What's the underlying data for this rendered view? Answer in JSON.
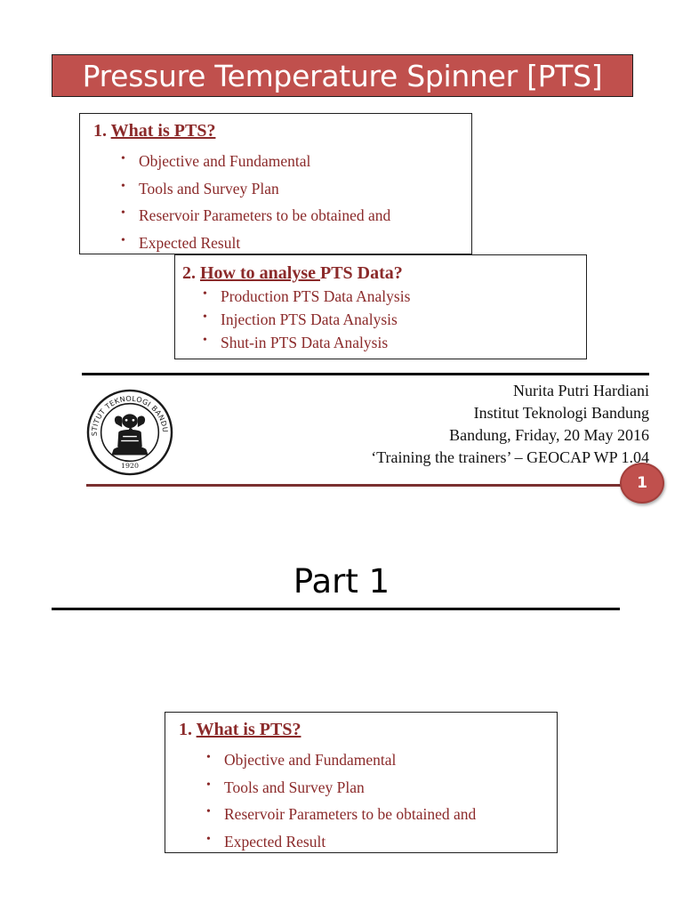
{
  "slide1": {
    "title": "Pressure Temperature Spinner [PTS]",
    "box1": {
      "number": "1.",
      "heading": "What is PTS?",
      "items": [
        "Objective and Fundamental",
        "Tools and Survey Plan",
        "Reservoir Parameters to be obtained and",
        "Expected Result"
      ]
    },
    "box2": {
      "number": "2.",
      "heading_underlined": "How to analyse ",
      "heading_rest": "PTS Data?",
      "items": [
        "Production PTS Data Analysis",
        "Injection PTS Data Analysis",
        "Shut-in PTS Data Analysis"
      ]
    },
    "author": {
      "name": "Nurita Putri Hardiani",
      "institution": "Institut Teknologi Bandung",
      "date_line": "Bandung, Friday, 20 May 2016",
      "event_line": "‘Training the trainers’ – GEOCAP WP 1.04"
    },
    "logo": {
      "icon": "itb-seal-icon",
      "ring_text": "INSTITUT TEKNOLOGI BANDUNG",
      "year": "1920"
    },
    "page_number": "1"
  },
  "slide2": {
    "title": "Part 1",
    "box": {
      "number": "1.",
      "heading": "What is PTS?",
      "items": [
        "Objective and Fundamental",
        "Tools and Survey Plan",
        "Reservoir Parameters to be obtained and",
        "Expected Result"
      ]
    }
  },
  "colors": {
    "accent_red": "#c0504d",
    "text_maroon": "#8b2a2a"
  }
}
